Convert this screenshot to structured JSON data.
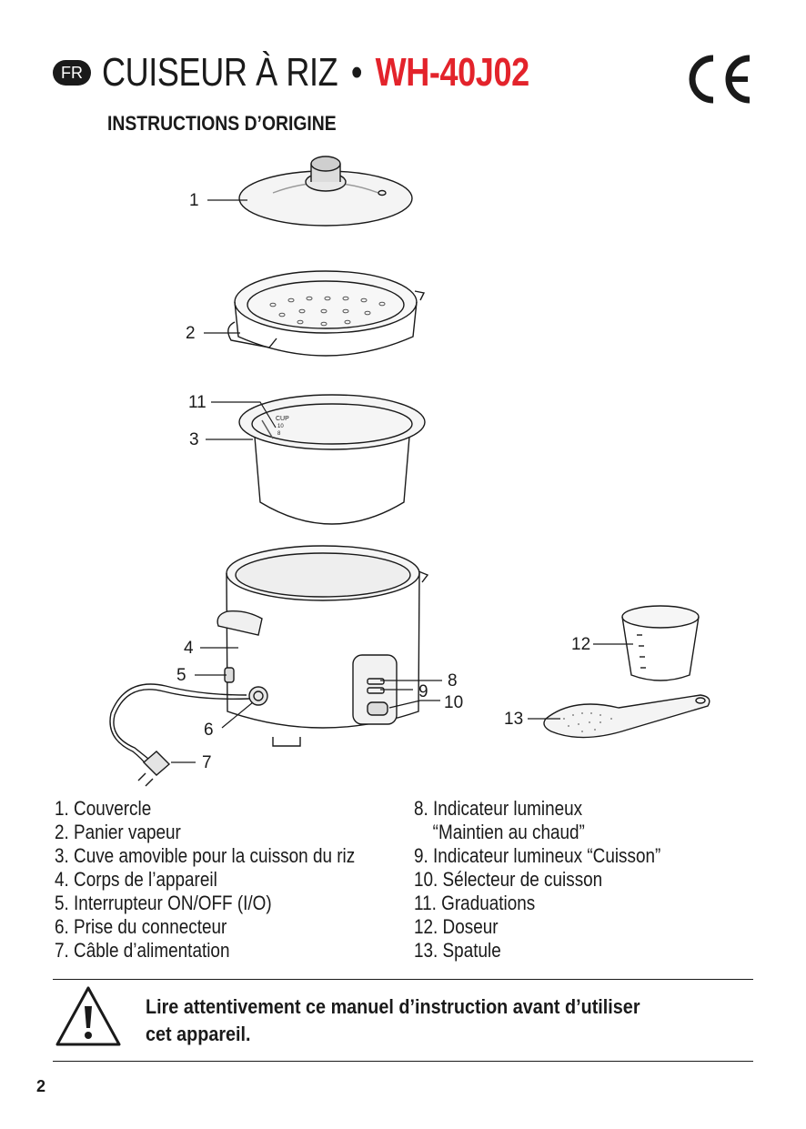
{
  "header": {
    "lang_badge": "FR",
    "title": "CUISEUR À RIZ",
    "separator": "•",
    "model": "WH-40J02",
    "ce_mark_icon": "ce-mark-icon",
    "accent_color": "#e3232b"
  },
  "subtitle": "INSTRUCTIONS D’ORIGINE",
  "callouts": [
    "1",
    "2",
    "11",
    "3",
    "4",
    "5",
    "6",
    "7",
    "8",
    "9",
    "10",
    "12",
    "13"
  ],
  "parts_left": [
    "1. Couvercle",
    "2. Panier vapeur",
    "3. Cuve amovible pour la cuisson du riz",
    "4. Corps de l’appareil",
    "5. Interrupteur ON/OFF (I/O)",
    "6. Prise du connecteur",
    "7. Câble d’alimentation"
  ],
  "parts_right": [
    "8. Indicateur lumineux",
    "“Maintien au chaud”",
    "9. Indicateur lumineux “Cuisson”",
    "10. Sélecteur de cuisson",
    "11. Graduations",
    "12. Doseur",
    "13. Spatule"
  ],
  "warning": {
    "icon": "warning-triangle-icon",
    "line1": "Lire attentivement ce manuel d’instruction avant d’utiliser",
    "line2": "cet appareil."
  },
  "page_number": "2"
}
